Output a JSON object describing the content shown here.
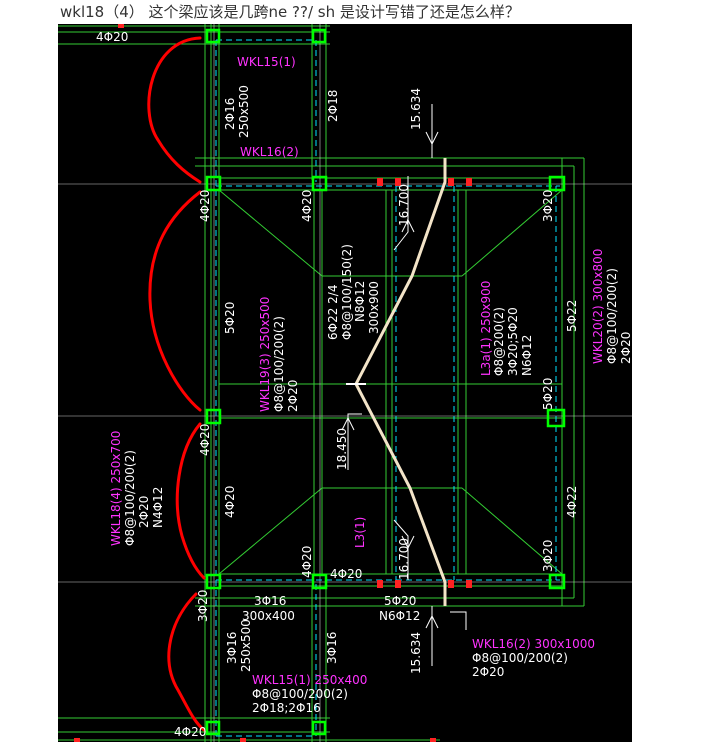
{
  "question": "wkl18（4） 这个梁应该是几跨ne ??/  sh 是设计写错了还是怎么样？",
  "colors": {
    "background": "#000000",
    "beam_line": "#33cc33",
    "column": "#00ff00",
    "dashed": "#00e5ff",
    "beam_label": "#ff33ff",
    "text": "#ffffff",
    "markup": "#ff0000",
    "ridge": "#f3e4c8"
  },
  "labels": {
    "top_rebar": "4Φ20",
    "wkl15_top": "WKL15(1)",
    "rebar_2_16": "2Φ16",
    "size_250x500_top": "250x500",
    "rebar_2_18": "2Φ18",
    "elev_top": "15.634",
    "wkl16_top": "WKL16(2)",
    "col_4_20_a": "4Φ20",
    "col_4_20_b": "4Φ20",
    "elev_16700_a": "16.700",
    "col_3_20_a": "3Φ20",
    "wkl20": "WKL20(2) 300x800",
    "wkl20_b": "Φ8@100/200(2)",
    "wkl20_c": "2Φ20",
    "mid_a": "6Φ22 2/4",
    "mid_b": "Φ8@100/150(2)",
    "mid_c": "N8Φ12",
    "mid_d": "300x900",
    "l3a": "L3a(1) 250x900",
    "l3a_b": "Φ8@200(2)",
    "l3a_c": "3Φ20;5Φ20",
    "l3a_d": "N6Φ12",
    "left_5_20": "5Φ20",
    "wkl19": "WKL19(3) 250x500",
    "wkl19_b": "Φ8@100/200(2)",
    "wkl19_c": "2Φ20",
    "right_5_22": "5Φ22",
    "center_5_20": "5Φ20",
    "col_4_20_c": "4Φ20",
    "elev_18450": "18.450",
    "wkl18": "WKL18(4) 250x700",
    "wkl18_b": "Φ8@100/200(2)",
    "wkl18_c": "2Φ20",
    "wkl18_d": "N4Φ12",
    "left_4_20_low": "4Φ20",
    "right_4_22": "4Φ22",
    "l3": "L3(1)",
    "elev_16700_b": "16.700",
    "col_4_20_d": "4Φ20",
    "bot_4_20": "4Φ20",
    "col_3_20_b": "3Φ20",
    "col_3_20_c": "3Φ20",
    "bot_3_16": "3Φ16",
    "size_300x400": "300x400",
    "bot_5_20": "5Φ20",
    "bot_n6": "N6Φ12",
    "bot_3_16_b": "3Φ16",
    "bot_250x500": "250x500",
    "bot_3_16_c": "3Φ16",
    "elev_bottom": "15.634",
    "wkl15_bot": "WKL15(1) 250x400",
    "wkl15_bot_b": "Φ8@100/200(2)",
    "wkl15_bot_c": "2Φ18;2Φ16",
    "wkl16_bot": "WKL16(2) 300x1000",
    "wkl16_bot_b": "Φ8@100/200(2)",
    "wkl16_bot_c": "2Φ20",
    "bottom_rebar": "4Φ20"
  }
}
